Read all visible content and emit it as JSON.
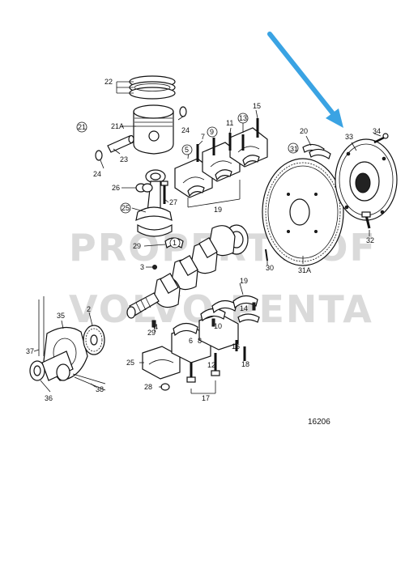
{
  "diagram": {
    "watermark_line1": "PROPERTY OF",
    "watermark_line2": "VOLVO PENTA",
    "reference_number": "16206",
    "arrow_color": "#3aa3e3",
    "labels": {
      "l22": "22",
      "l21A": "21A",
      "l24a": "24",
      "l23": "23",
      "l24b": "24",
      "l21": "21",
      "l15": "15",
      "l13": "13",
      "l11": "11",
      "l9": "9",
      "l7": "7",
      "l5": "5",
      "l26": "26",
      "l25": "25",
      "l27": "27",
      "l19a": "19",
      "l1": "1",
      "l29a": "29",
      "l3": "3",
      "l30": "30",
      "l31": "31",
      "l31A": "31A",
      "l20": "20",
      "l33": "33",
      "l34": "34",
      "l32": "32",
      "l35": "35",
      "l2": "2",
      "l37": "37",
      "l36": "36",
      "l38": "38",
      "l4": "4",
      "l29b": "29",
      "l25b": "25",
      "l28": "28",
      "l6": "6",
      "l8": "8",
      "l10": "10",
      "l12": "12",
      "l17": "17",
      "l14": "14",
      "l16": "16",
      "l18": "18",
      "l19b": "19"
    }
  }
}
